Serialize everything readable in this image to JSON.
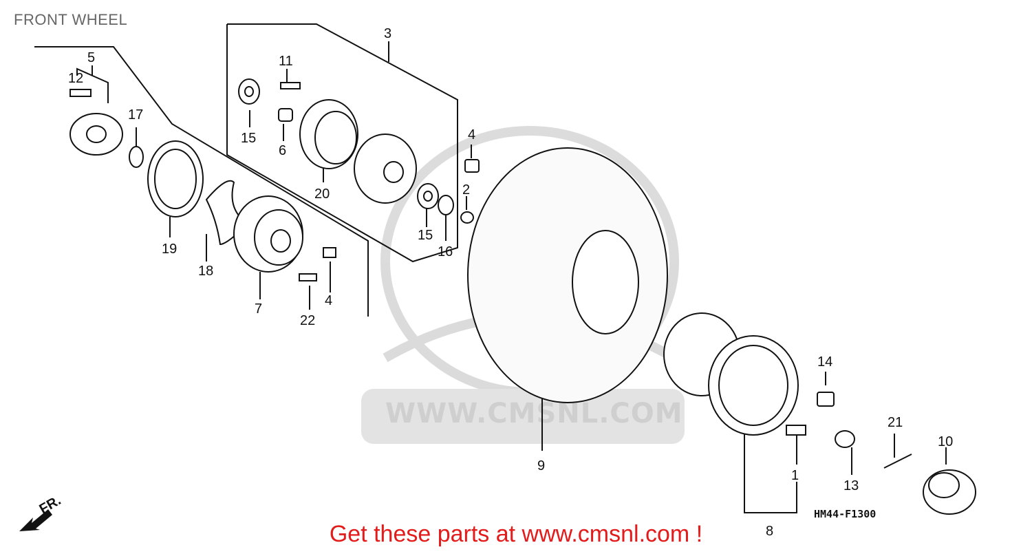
{
  "title": "FRONT WHEEL",
  "diagram_code": "HM44-F1300",
  "promo_text": "Get these parts at www.cmsnl.com !",
  "watermark": "WWW.CMSNL.COM",
  "front_indicator": "FR.",
  "callouts": [
    {
      "id": "c1",
      "text": "1"
    },
    {
      "id": "c2",
      "text": "2"
    },
    {
      "id": "c3",
      "text": "3"
    },
    {
      "id": "c4a",
      "text": "4"
    },
    {
      "id": "c4b",
      "text": "4"
    },
    {
      "id": "c5",
      "text": "5"
    },
    {
      "id": "c6",
      "text": "6"
    },
    {
      "id": "c7",
      "text": "7"
    },
    {
      "id": "c8",
      "text": "8"
    },
    {
      "id": "c9",
      "text": "9"
    },
    {
      "id": "c10",
      "text": "10"
    },
    {
      "id": "c11",
      "text": "11"
    },
    {
      "id": "c12",
      "text": "12"
    },
    {
      "id": "c13",
      "text": "13"
    },
    {
      "id": "c14",
      "text": "14"
    },
    {
      "id": "c15a",
      "text": "15"
    },
    {
      "id": "c15b",
      "text": "15"
    },
    {
      "id": "c16",
      "text": "16"
    },
    {
      "id": "c17",
      "text": "17"
    },
    {
      "id": "c18",
      "text": "18"
    },
    {
      "id": "c19",
      "text": "19"
    },
    {
      "id": "c20",
      "text": "20"
    },
    {
      "id": "c21",
      "text": "21"
    },
    {
      "id": "c22",
      "text": "22"
    }
  ],
  "colors": {
    "line": "#111111",
    "promo": "#e31b1b",
    "watermark": "#cfcfcf",
    "title": "#666666"
  }
}
